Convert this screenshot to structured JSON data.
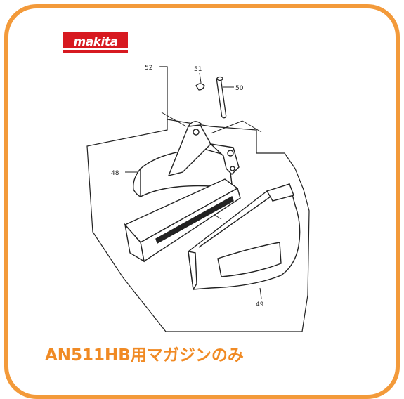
{
  "logo": {
    "text": "makita",
    "color": "#d71920"
  },
  "caption": {
    "text": "AN511HB用マガジンのみ",
    "color": "#f08a24"
  },
  "border_color": "#f39a3a",
  "part_labels": {
    "p52": "52",
    "p51": "51",
    "p50": "50",
    "p48": "48",
    "p49": "49"
  }
}
